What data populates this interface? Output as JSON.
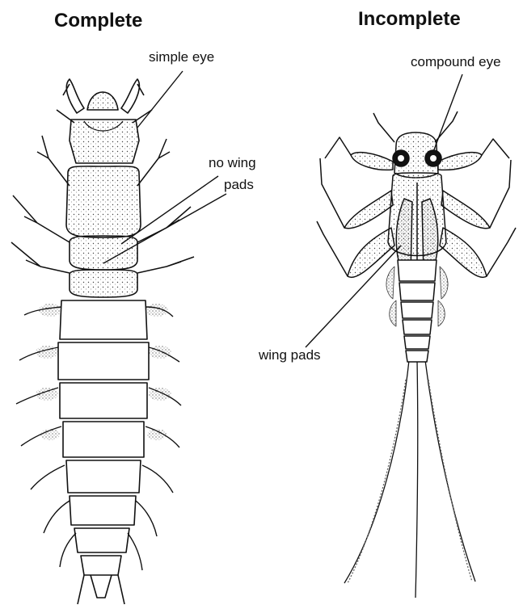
{
  "headings": {
    "complete": "Complete",
    "incomplete": "Incomplete"
  },
  "labels": {
    "simple_eye": "simple eye",
    "no_wing_pads_line1": "no wing",
    "no_wing_pads_line2": "pads",
    "compound_eye": "compound eye",
    "wing_pads": "wing pads"
  },
  "colors": {
    "ink": "#111111",
    "stipple": "#555555",
    "background": "#ffffff"
  }
}
